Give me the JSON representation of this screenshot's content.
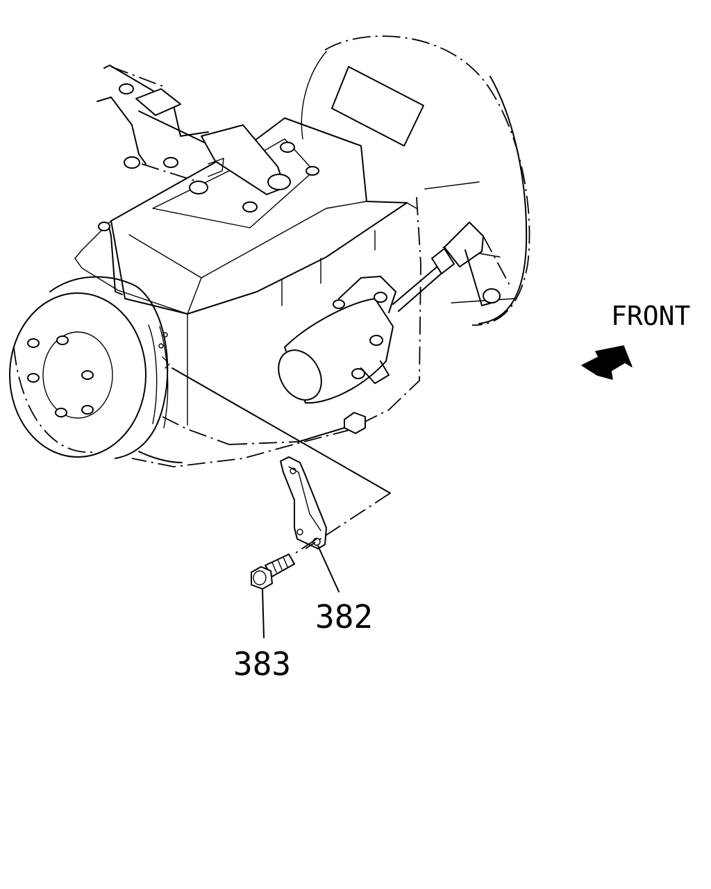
{
  "diagram": {
    "orientation_label": "FRONT",
    "direction_arrow_icon": "front-direction-arrow-icon",
    "callouts": [
      {
        "id": "382",
        "label": "382",
        "part": "bracket"
      },
      {
        "id": "383",
        "label": "383",
        "part": "bolt"
      }
    ]
  }
}
